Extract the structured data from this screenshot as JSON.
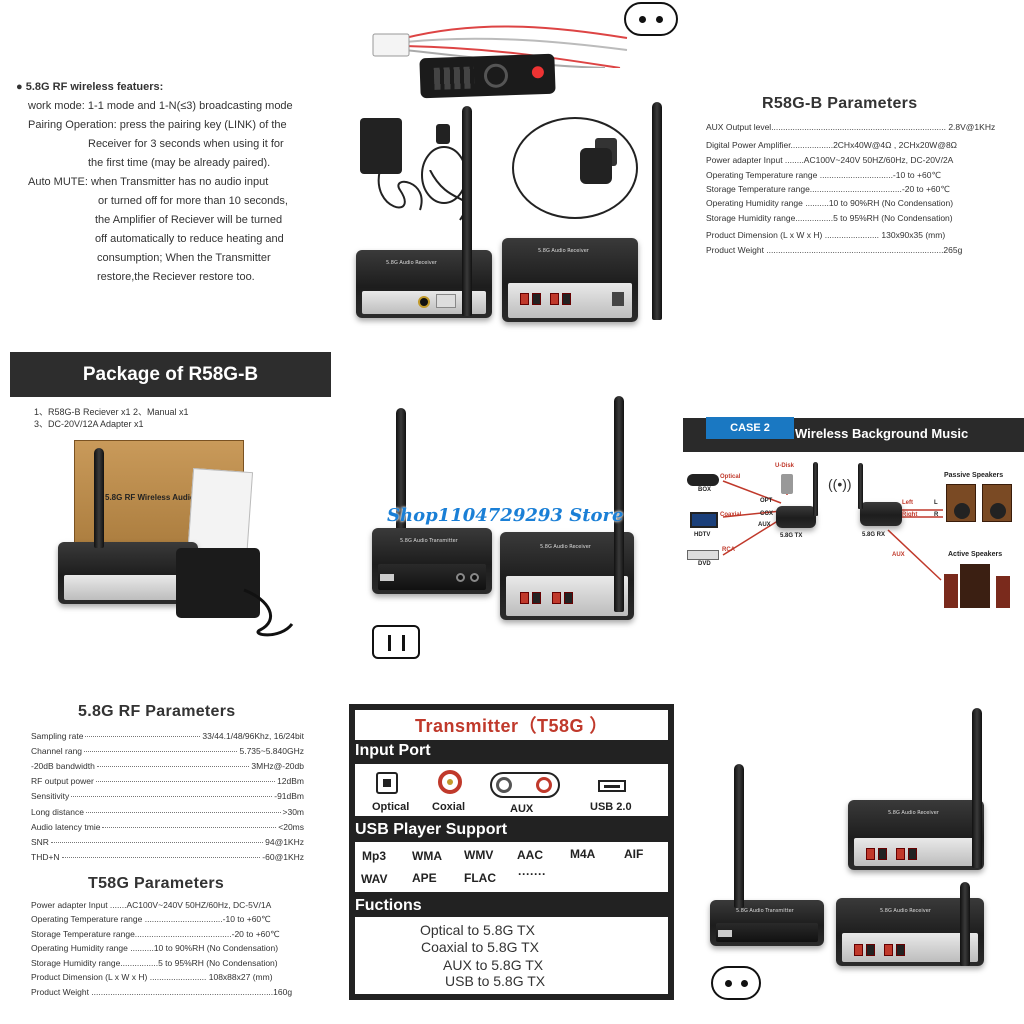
{
  "features": {
    "heading": "5.8G RF wireless featuers:",
    "lines": [
      "work mode:  1-1 mode and 1-N(≤3)  broadcasting mode",
      "Pairing Operation: press the pairing key (LINK) of the",
      "Receiver  for 3 seconds when using it for",
      "the  first time  (may be already paired).",
      "Auto MUTE: when Transmitter has no audio input",
      "or turned off for more than 10 seconds,",
      "the Amplifier of Reciever will be turned",
      "off automatically  to reduce heating and",
      "consumption; When the Transmitter",
      "restore,the Reciever restore too."
    ]
  },
  "r58_params": {
    "title": "R58G-B Parameters",
    "rows": [
      "AUX Output level.......................................................................... 2.8V@1KHz",
      "Digital Power Amplifier..................2CHx40W@4Ω  , 2CHx20W@8Ω",
      "Power adapter  Input ........AC100V~240V 50HZ/60Hz, DC-20V/2A",
      "Operating Temperature range ...............................-10 to +60℃",
      "Storage Temperature range.......................................-20 to +60℃",
      "Operating Humidity range ..........10 to 90%RH (No Condensation)",
      "Storage Humidity range................5 to 95%RH (No Condensation)",
      "Product Dimension (L x W x H) .......................  130x90x35 (mm)",
      "Product Weight ...........................................................................265g"
    ]
  },
  "package": {
    "title": "Package of R58G-B",
    "line1": "1、R58G-B Reciever           x1     2、Manual              x1",
    "line2": "3、DC-20V/12A Adapter     x1",
    "box_text": "5.8G RF Wireless Audio"
  },
  "watermark": "Shop1104729293 Store",
  "case2": {
    "tab": "CASE 2",
    "title": "Wireless Background Music",
    "passive": "Passive Speakers",
    "active": "Active Speakers",
    "udisk": "U-Disk",
    "sources": [
      "BOX",
      "HDTV",
      "DVD"
    ],
    "links": [
      "Optical",
      "Coaxial",
      "RCA"
    ],
    "ports": [
      "OPT",
      "COX",
      "AUX"
    ],
    "tx": "5.8G TX",
    "rx": "5.8G RX",
    "left": "Left",
    "right": "Right",
    "L": "L",
    "R": "R",
    "aux": "AUX"
  },
  "rf_params": {
    "title": "5.8G RF Parameters",
    "rows": [
      [
        "Sampling rate",
        "33/44.1/48/96Khz,  16/24bit"
      ],
      [
        "Channel rang",
        "5.735~5.840GHz"
      ],
      [
        "-20dB bandwidth",
        "3MHz@-20db"
      ],
      [
        "RF output power",
        "12dBm"
      ],
      [
        "Sensitivity",
        "-91dBm"
      ],
      [
        "Long distance",
        ">30m"
      ],
      [
        "Audio latency tmie",
        "<20ms"
      ],
      [
        "SNR",
        "94@1KHz"
      ],
      [
        "THD+N",
        "-60@1KHz"
      ]
    ]
  },
  "t58_params": {
    "title": "T58G Parameters",
    "rows": [
      "Power adapter  Input .......AC100V~240V 50HZ/60Hz, DC-5V/1A",
      "Operating Temperature range .................................-10 to +60℃",
      "Storage Temperature range.........................................-20 to +60℃",
      "Operating Humidity range ..........10 to 90%RH (No Condensation)",
      "Storage Humidity range................5 to 95%RH (No Condensation)",
      "Product Dimension (L x W x H) ........................  108x88x27 (mm)",
      "Product Weight .............................................................................160g"
    ]
  },
  "transmitter": {
    "title": "Transmitter（T58G ）",
    "input_port": "Input Port",
    "ports": [
      "Optical",
      "Coxial",
      "AUX",
      "USB 2.0"
    ],
    "usb_support": "USB Player Support",
    "formats": [
      "Mp3",
      "WMA",
      "WMV",
      "AAC",
      "M4A",
      "AIF",
      "WAV",
      "APE",
      "FLAC",
      "·······"
    ],
    "fuctions": "Fuctions",
    "fn_lines": [
      "Optical  to  5.8G TX",
      "Coaxial  to  5.8G TX",
      "AUX  to  5.8G TX",
      "USB  to  5.8G TX"
    ]
  },
  "device_labels": {
    "receiver": "5.8G Audio Receiver",
    "transmitter": "5.8G Audio Transmitter"
  }
}
